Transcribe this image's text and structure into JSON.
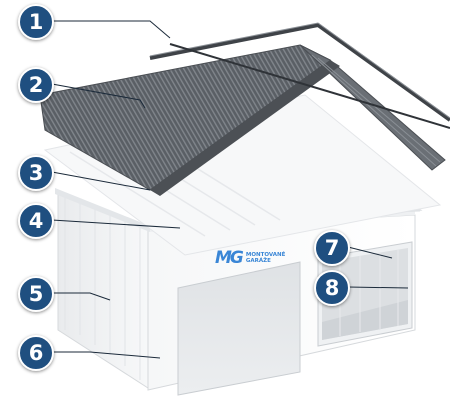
{
  "callouts": [
    "1",
    "2",
    "3",
    "4",
    "5",
    "6",
    "7",
    "8"
  ],
  "logo": {
    "mark": "MG",
    "text": "MONTOVANÉ GARÁŽE"
  },
  "colors": {
    "callout_fill": "#1f4f80",
    "roof_sheet": "#555a60",
    "truss": "#ffffff",
    "walls": "#f2f3f4",
    "door": "#e4e6e8",
    "logo": "#3a86d6"
  }
}
